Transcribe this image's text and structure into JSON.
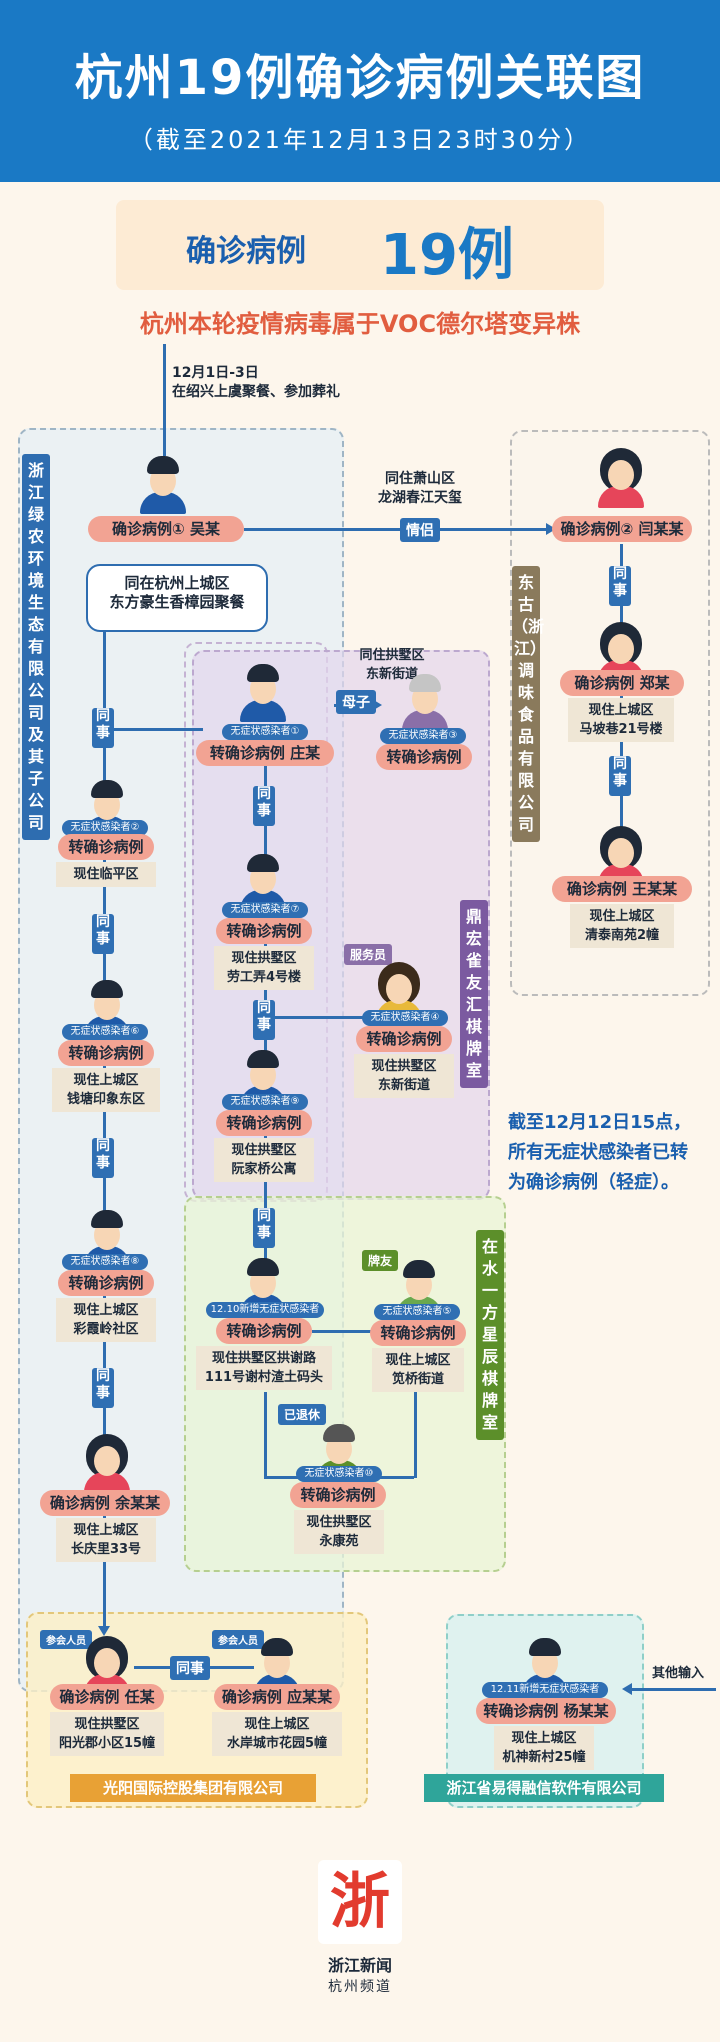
{
  "header": {
    "title": "杭州19例确诊病例关联图",
    "subtitle": "（截至2021年12月13日23时30分）"
  },
  "summary": {
    "label": "确诊病例",
    "count": "19例"
  },
  "virus_note": "杭州本轮疫情病毒属于VOC德尔塔变异株",
  "event_note": {
    "line1": "12月1日-3日",
    "line2": "在绍兴上虞聚餐、参加葬礼"
  },
  "gathering_note": {
    "line1": "同在杭州上城区",
    "line2": "东方豪生香樟园聚餐"
  },
  "relations": {
    "colleague": "同事",
    "lovers": "情侣",
    "mother_son": "母子",
    "same_live_xiaoshan": [
      "同住萧山区",
      "龙湖春江天玺"
    ],
    "same_live_gongshu": [
      "同住拱墅区",
      "东新街道"
    ]
  },
  "companies": {
    "lvnong": "浙江绿农环境生态有限公司及其子公司",
    "donggu": "东古（浙江）调味食品有限公司",
    "dinghong": "鼎宏雀友汇棋牌室",
    "zaishui": "在水一方星辰棋牌室",
    "guangyang": "光阳国际控股集团有限公司",
    "yide": "浙江省易得融信软件有限公司"
  },
  "roles": {
    "waiter": "服务员",
    "card_friend": "牌友",
    "retired": "已退休",
    "attendee": "参会人员",
    "other_input": "其他输入"
  },
  "cases": {
    "wu": {
      "label": "确诊病例① 吴某"
    },
    "yan": {
      "label": "确诊病例② 闫某某"
    },
    "zheng": {
      "label": "确诊病例  郑某",
      "addr": [
        "现住上城区",
        "马坡巷21号楼"
      ]
    },
    "wang": {
      "label": "确诊病例  王某某",
      "addr": [
        "现住上城区",
        "清泰南苑2幢"
      ]
    },
    "zhuang": {
      "badge": "无症状感染者①",
      "label": "转确诊病例 庄某"
    },
    "mother": {
      "badge": "无症状感染者③",
      "label": "转确诊病例"
    },
    "a2": {
      "badge": "无症状感染者②",
      "label": "转确诊病例",
      "addr": [
        "现住临平区"
      ]
    },
    "a7": {
      "badge": "无症状感染者⑦",
      "label": "转确诊病例",
      "addr": [
        "现住拱墅区",
        "劳工弄4号楼"
      ]
    },
    "a4": {
      "badge": "无症状感染者④",
      "label": "转确诊病例",
      "addr": [
        "现住拱墅区",
        "东新街道"
      ]
    },
    "a6": {
      "badge": "无症状感染者⑥",
      "label": "转确诊病例",
      "addr": [
        "现住上城区",
        "钱塘印象东区"
      ]
    },
    "a9": {
      "badge": "无症状感染者⑨",
      "label": "转确诊病例",
      "addr": [
        "现住拱墅区",
        "阮家桥公寓"
      ]
    },
    "a8": {
      "badge": "无症状感染者⑧",
      "label": "转确诊病例",
      "addr": [
        "现住上城区",
        "彩霞岭社区"
      ]
    },
    "n1210": {
      "badge": "12.10新增无症状感染者",
      "label": "转确诊病例",
      "addr": [
        "现住拱墅区拱谢路",
        "111号谢村渣土码头"
      ]
    },
    "a5": {
      "badge": "无症状感染者⑤",
      "label": "转确诊病例",
      "addr": [
        "现住上城区",
        "笕桥街道"
      ]
    },
    "yu": {
      "label": "确诊病例  余某某",
      "addr": [
        "现住上城区",
        "长庆里33号"
      ]
    },
    "a10": {
      "badge": "无症状感染者⑩",
      "label": "转确诊病例",
      "addr": [
        "现住拱墅区",
        "永康苑"
      ]
    },
    "ren": {
      "label": "确诊病例 任某",
      "addr": [
        "现住拱墅区",
        "阳光郡小区15幢"
      ]
    },
    "ying": {
      "label": "确诊病例 应某某",
      "addr": [
        "现住上城区",
        "水岸城市花园5幢"
      ]
    },
    "yang": {
      "badge": "12.11新增无症状感染者",
      "label": "转确诊病例 杨某某",
      "addr": [
        "现住上城区",
        "机神新村25幢"
      ]
    }
  },
  "side_note": [
    "截至12月12日15点，",
    "所有无症状感染者已转",
    "为确诊病例（轻症）。"
  ],
  "brand": {
    "logo": "浙",
    "name": "浙江新闻",
    "channel": "杭州频道"
  },
  "colors": {
    "header": "#1a79c5",
    "pill": "#f2a393",
    "relation": "#2f6fb3",
    "virus": "#e15d3f"
  }
}
